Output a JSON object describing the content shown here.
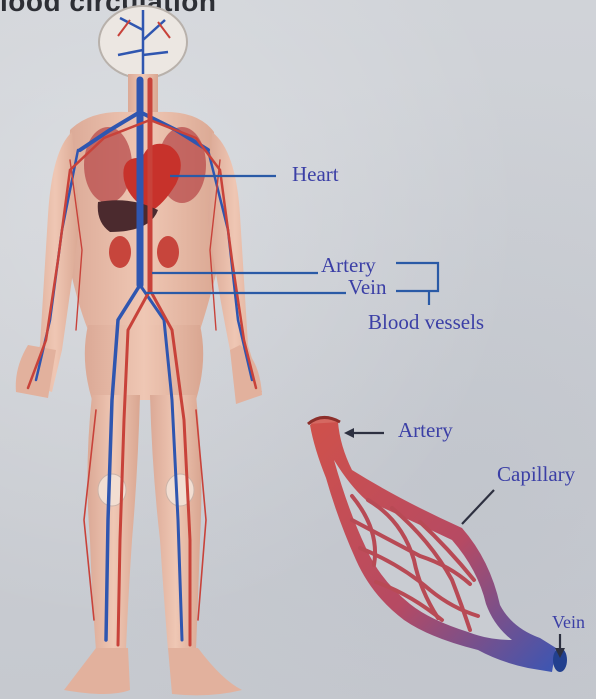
{
  "title": "lood circulation",
  "labels": {
    "heart": "Heart",
    "artery_body": "Artery",
    "vein_body": "Vein",
    "blood_vessels": "Blood vessels",
    "artery_capillary": "Artery",
    "capillary": "Capillary",
    "vein_capillary": "Vein"
  },
  "colors": {
    "label": "#3b3fa6",
    "pointer_line": "#2a5aa6",
    "artery": "#c8423a",
    "vein": "#2f56b0",
    "skin": "#e7b9a4",
    "heart": "#c7322b"
  }
}
